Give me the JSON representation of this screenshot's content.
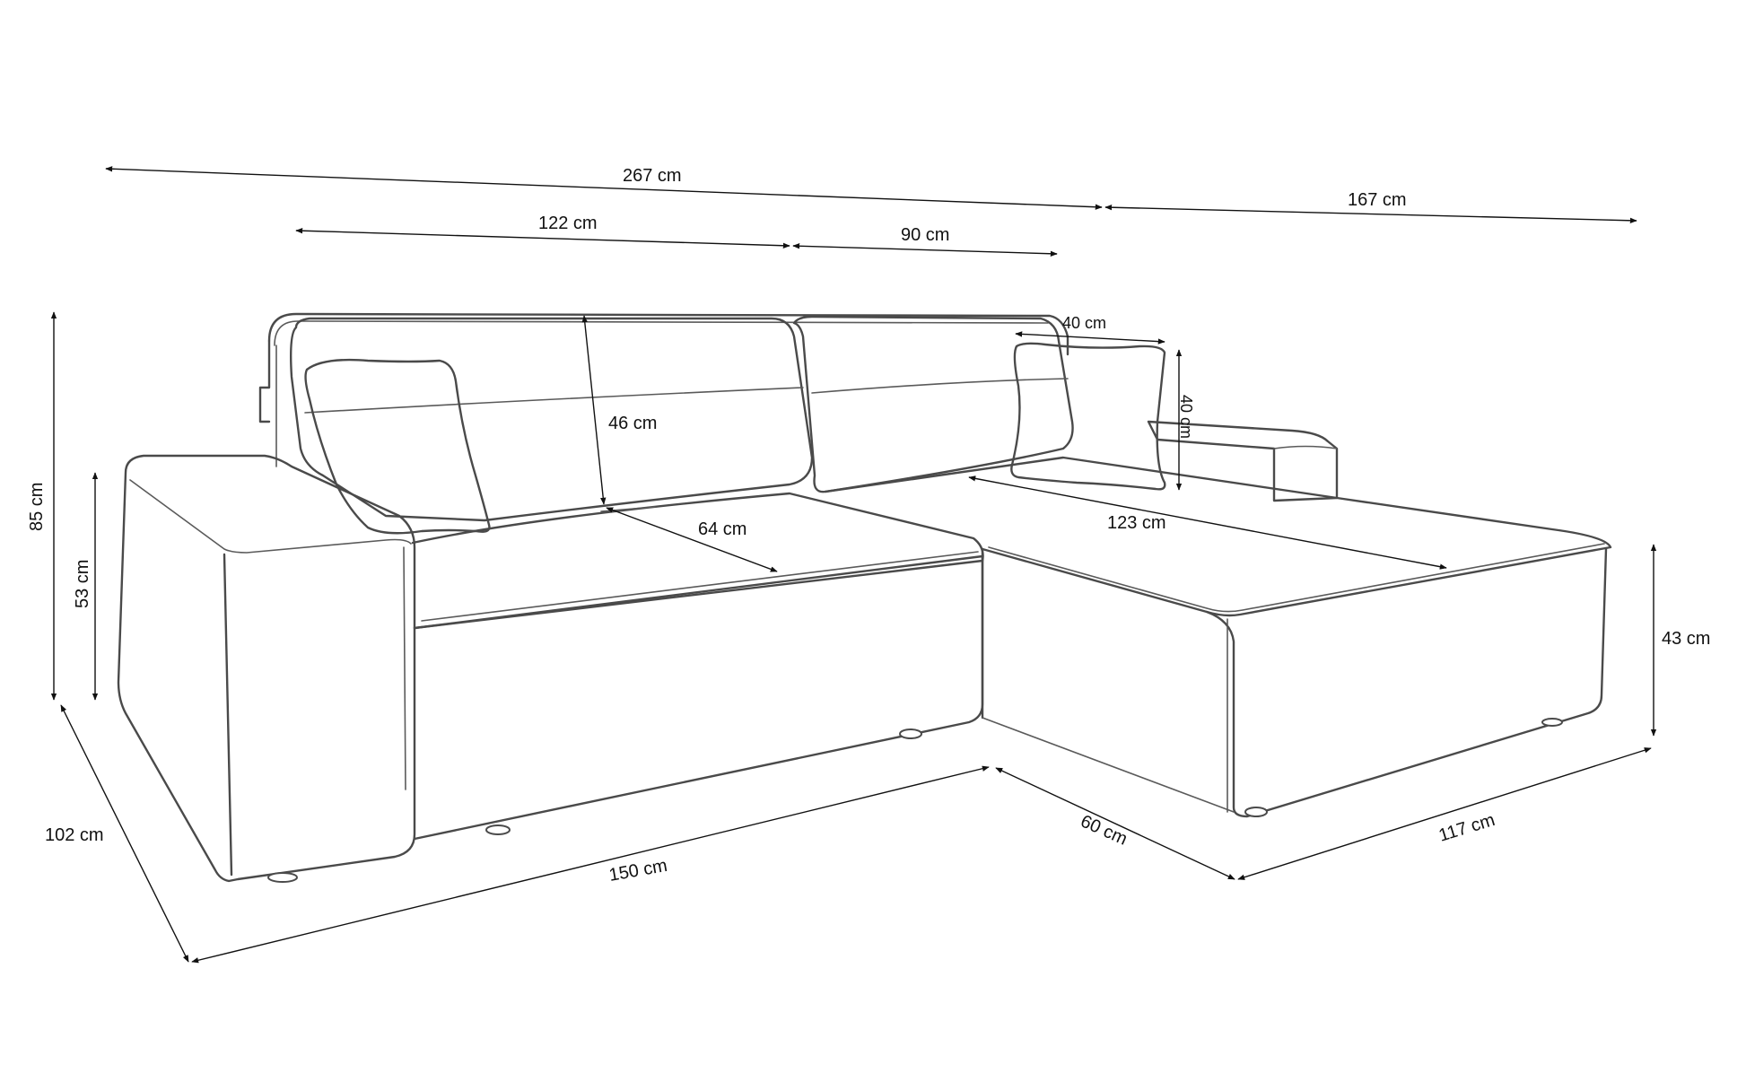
{
  "dimensions": {
    "total_width": "267 cm",
    "chaise_width": "167 cm",
    "backrest_left": "122 cm",
    "backrest_right": "90 cm",
    "back_cushion_height": "46 cm",
    "seat_depth": "64 cm",
    "chaise_seat_length": "123 cm",
    "pillow_width": "40 cm",
    "pillow_height": "40 cm",
    "total_height": "85 cm",
    "armrest_height": "53 cm",
    "seat_height": "43 cm",
    "depth": "102 cm",
    "front_length": "150 cm",
    "chaise_return": "60 cm",
    "chaise_length": "117 cm"
  }
}
